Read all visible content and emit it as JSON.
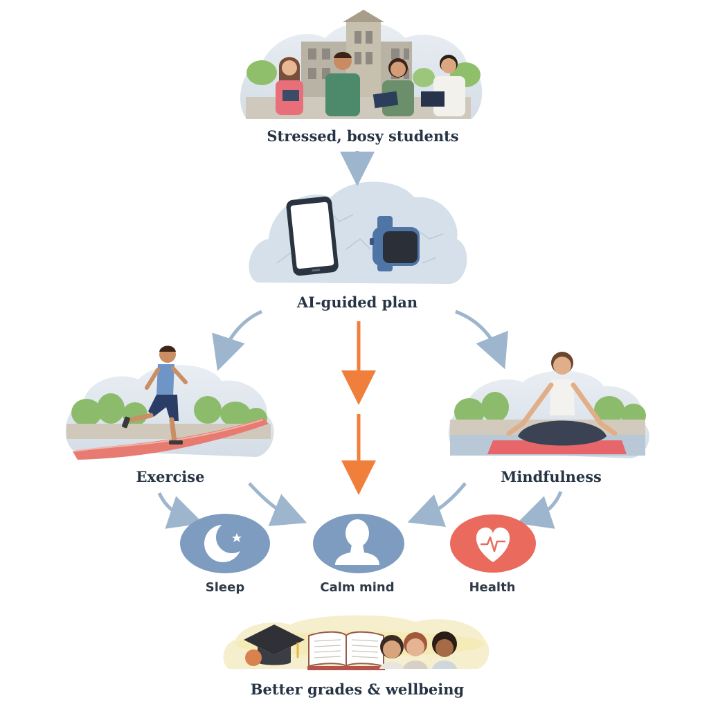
{
  "nodes": {
    "students": {
      "label": "Stressed, bosy students"
    },
    "ai_plan": {
      "label": "AI-guided plan"
    },
    "exercise": {
      "label": "Exercise"
    },
    "mindfulness": {
      "label": "Mindfulness"
    },
    "sleep": {
      "label": "Sleep",
      "icon": "moon-icon"
    },
    "calm_mind": {
      "label": "Calm mind",
      "icon": "head-silhouette-icon"
    },
    "health": {
      "label": "Health",
      "icon": "heart-pulse-icon"
    },
    "outcome": {
      "label": "Better grades & wellbeing"
    }
  },
  "colors": {
    "text": "#263444",
    "blue_arrow": "#9db6cd",
    "orange_arrow": "#f07f3c",
    "circle_blue": "#7d9cbf",
    "circle_red": "#ea6a5e",
    "cloud": "#dfe7ef"
  }
}
